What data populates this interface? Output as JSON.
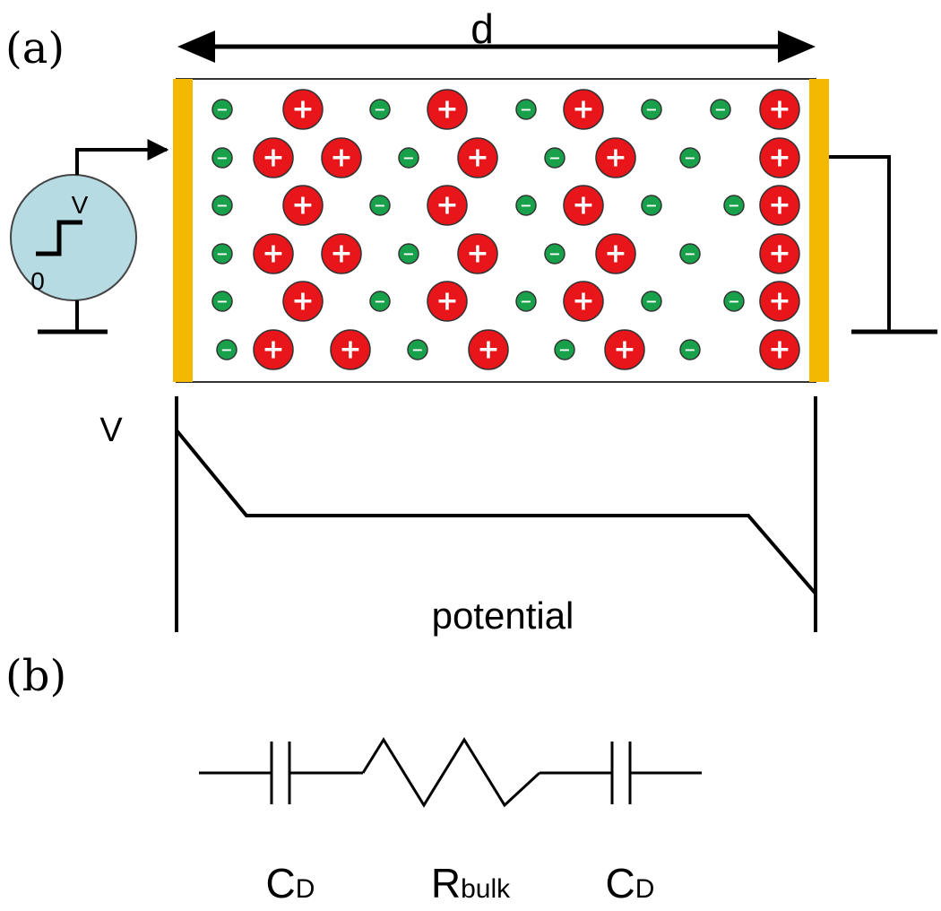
{
  "panel_a": {
    "label": "(a)",
    "distance_label": "d",
    "source": {
      "level_high": "V",
      "level_low": "0"
    },
    "potential_axis_label": "V",
    "potential_caption": "potential",
    "cation_symbol": "+",
    "anion_symbol": "−"
  },
  "panel_b": {
    "label": "(b)",
    "left_capacitor": {
      "main": "C",
      "sub": "D"
    },
    "resistor": {
      "main": "R",
      "sub": "bulk"
    },
    "right_capacitor": {
      "main": "C",
      "sub": "D"
    }
  },
  "colors": {
    "electrode": "#f5b800",
    "cation": "#e8151b",
    "anion": "#18a04a",
    "source_fill": "#b6dbe3",
    "line": "#000000"
  }
}
